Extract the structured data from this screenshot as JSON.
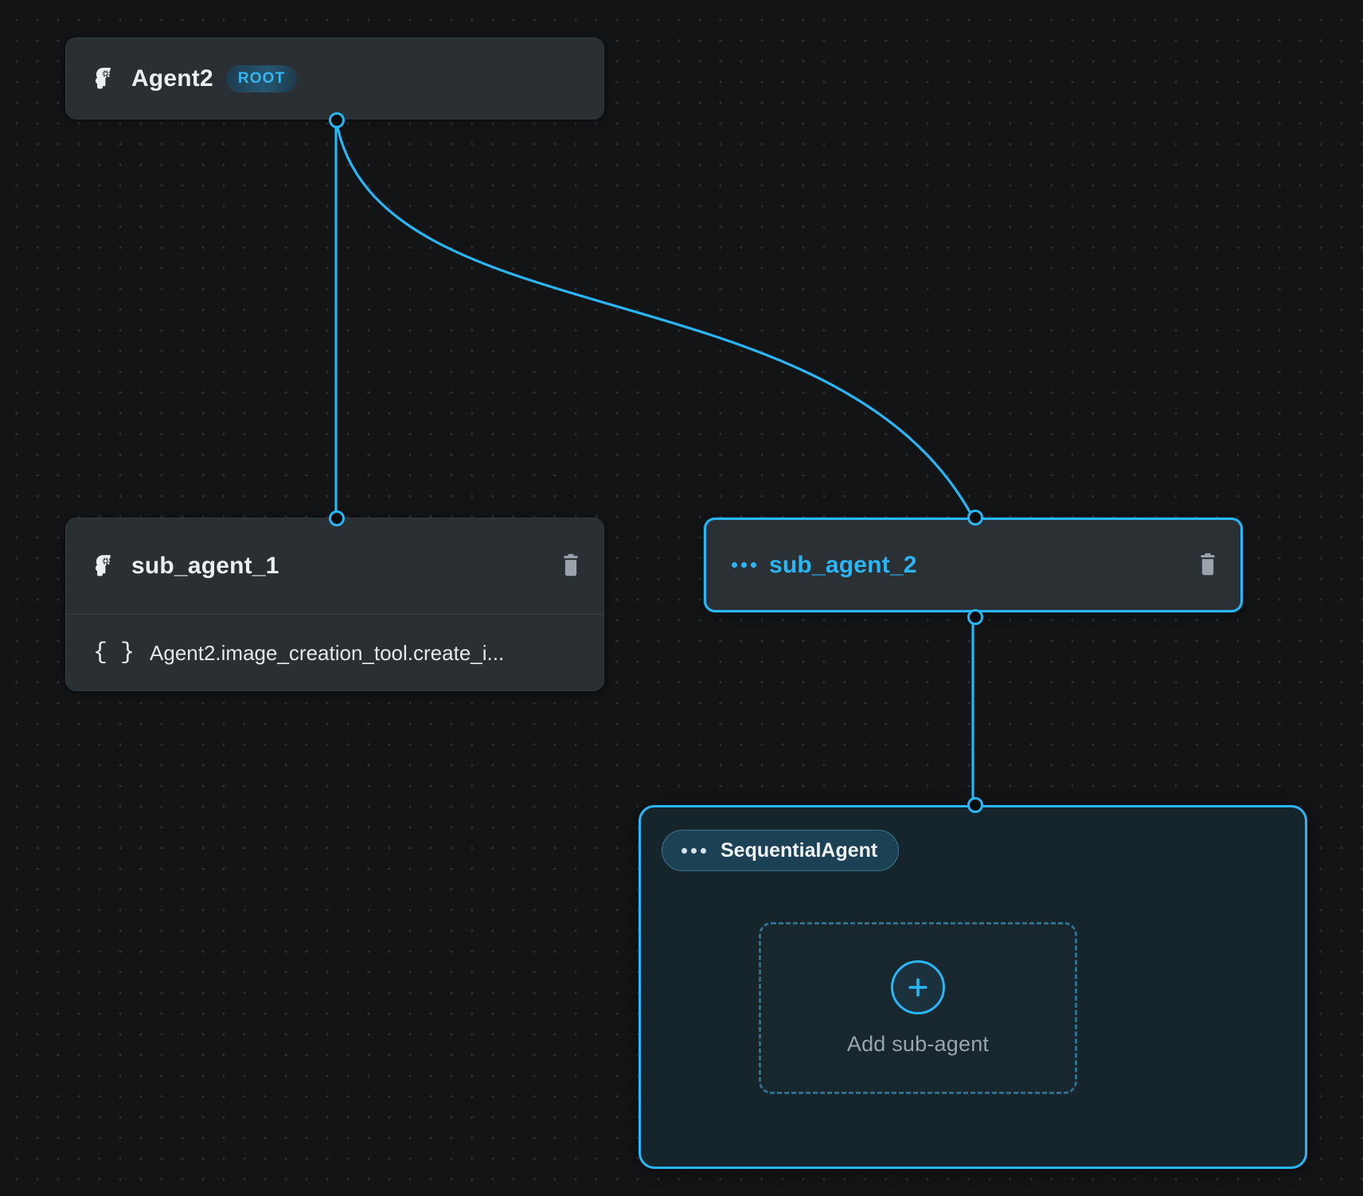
{
  "canvas": {
    "background_color": "#131416",
    "grid_dot_color": "#2e3134",
    "accent_color": "#29b6f6"
  },
  "nodes": {
    "root_agent": {
      "name": "Agent2",
      "icon": "brain-icon",
      "badge": "ROOT",
      "badge_text_color": "#37b7f0",
      "selected": false
    },
    "sub_agent_1": {
      "name": "sub_agent_1",
      "icon": "brain-icon",
      "delete_icon": "trash-icon",
      "selected": false,
      "tool": {
        "icon": "braces-icon",
        "label": "Agent2.image_creation_tool.create_i..."
      }
    },
    "sub_agent_2": {
      "name": "sub_agent_2",
      "icon": "dots-icon",
      "delete_icon": "trash-icon",
      "selected": true,
      "title_color": "#29b6f6"
    },
    "sequential_agent": {
      "pill_label": "SequentialAgent",
      "pill_icon": "dots-icon",
      "selected": true,
      "drop_zone": {
        "label": "Add sub-agent",
        "icon": "plus-icon"
      }
    }
  }
}
